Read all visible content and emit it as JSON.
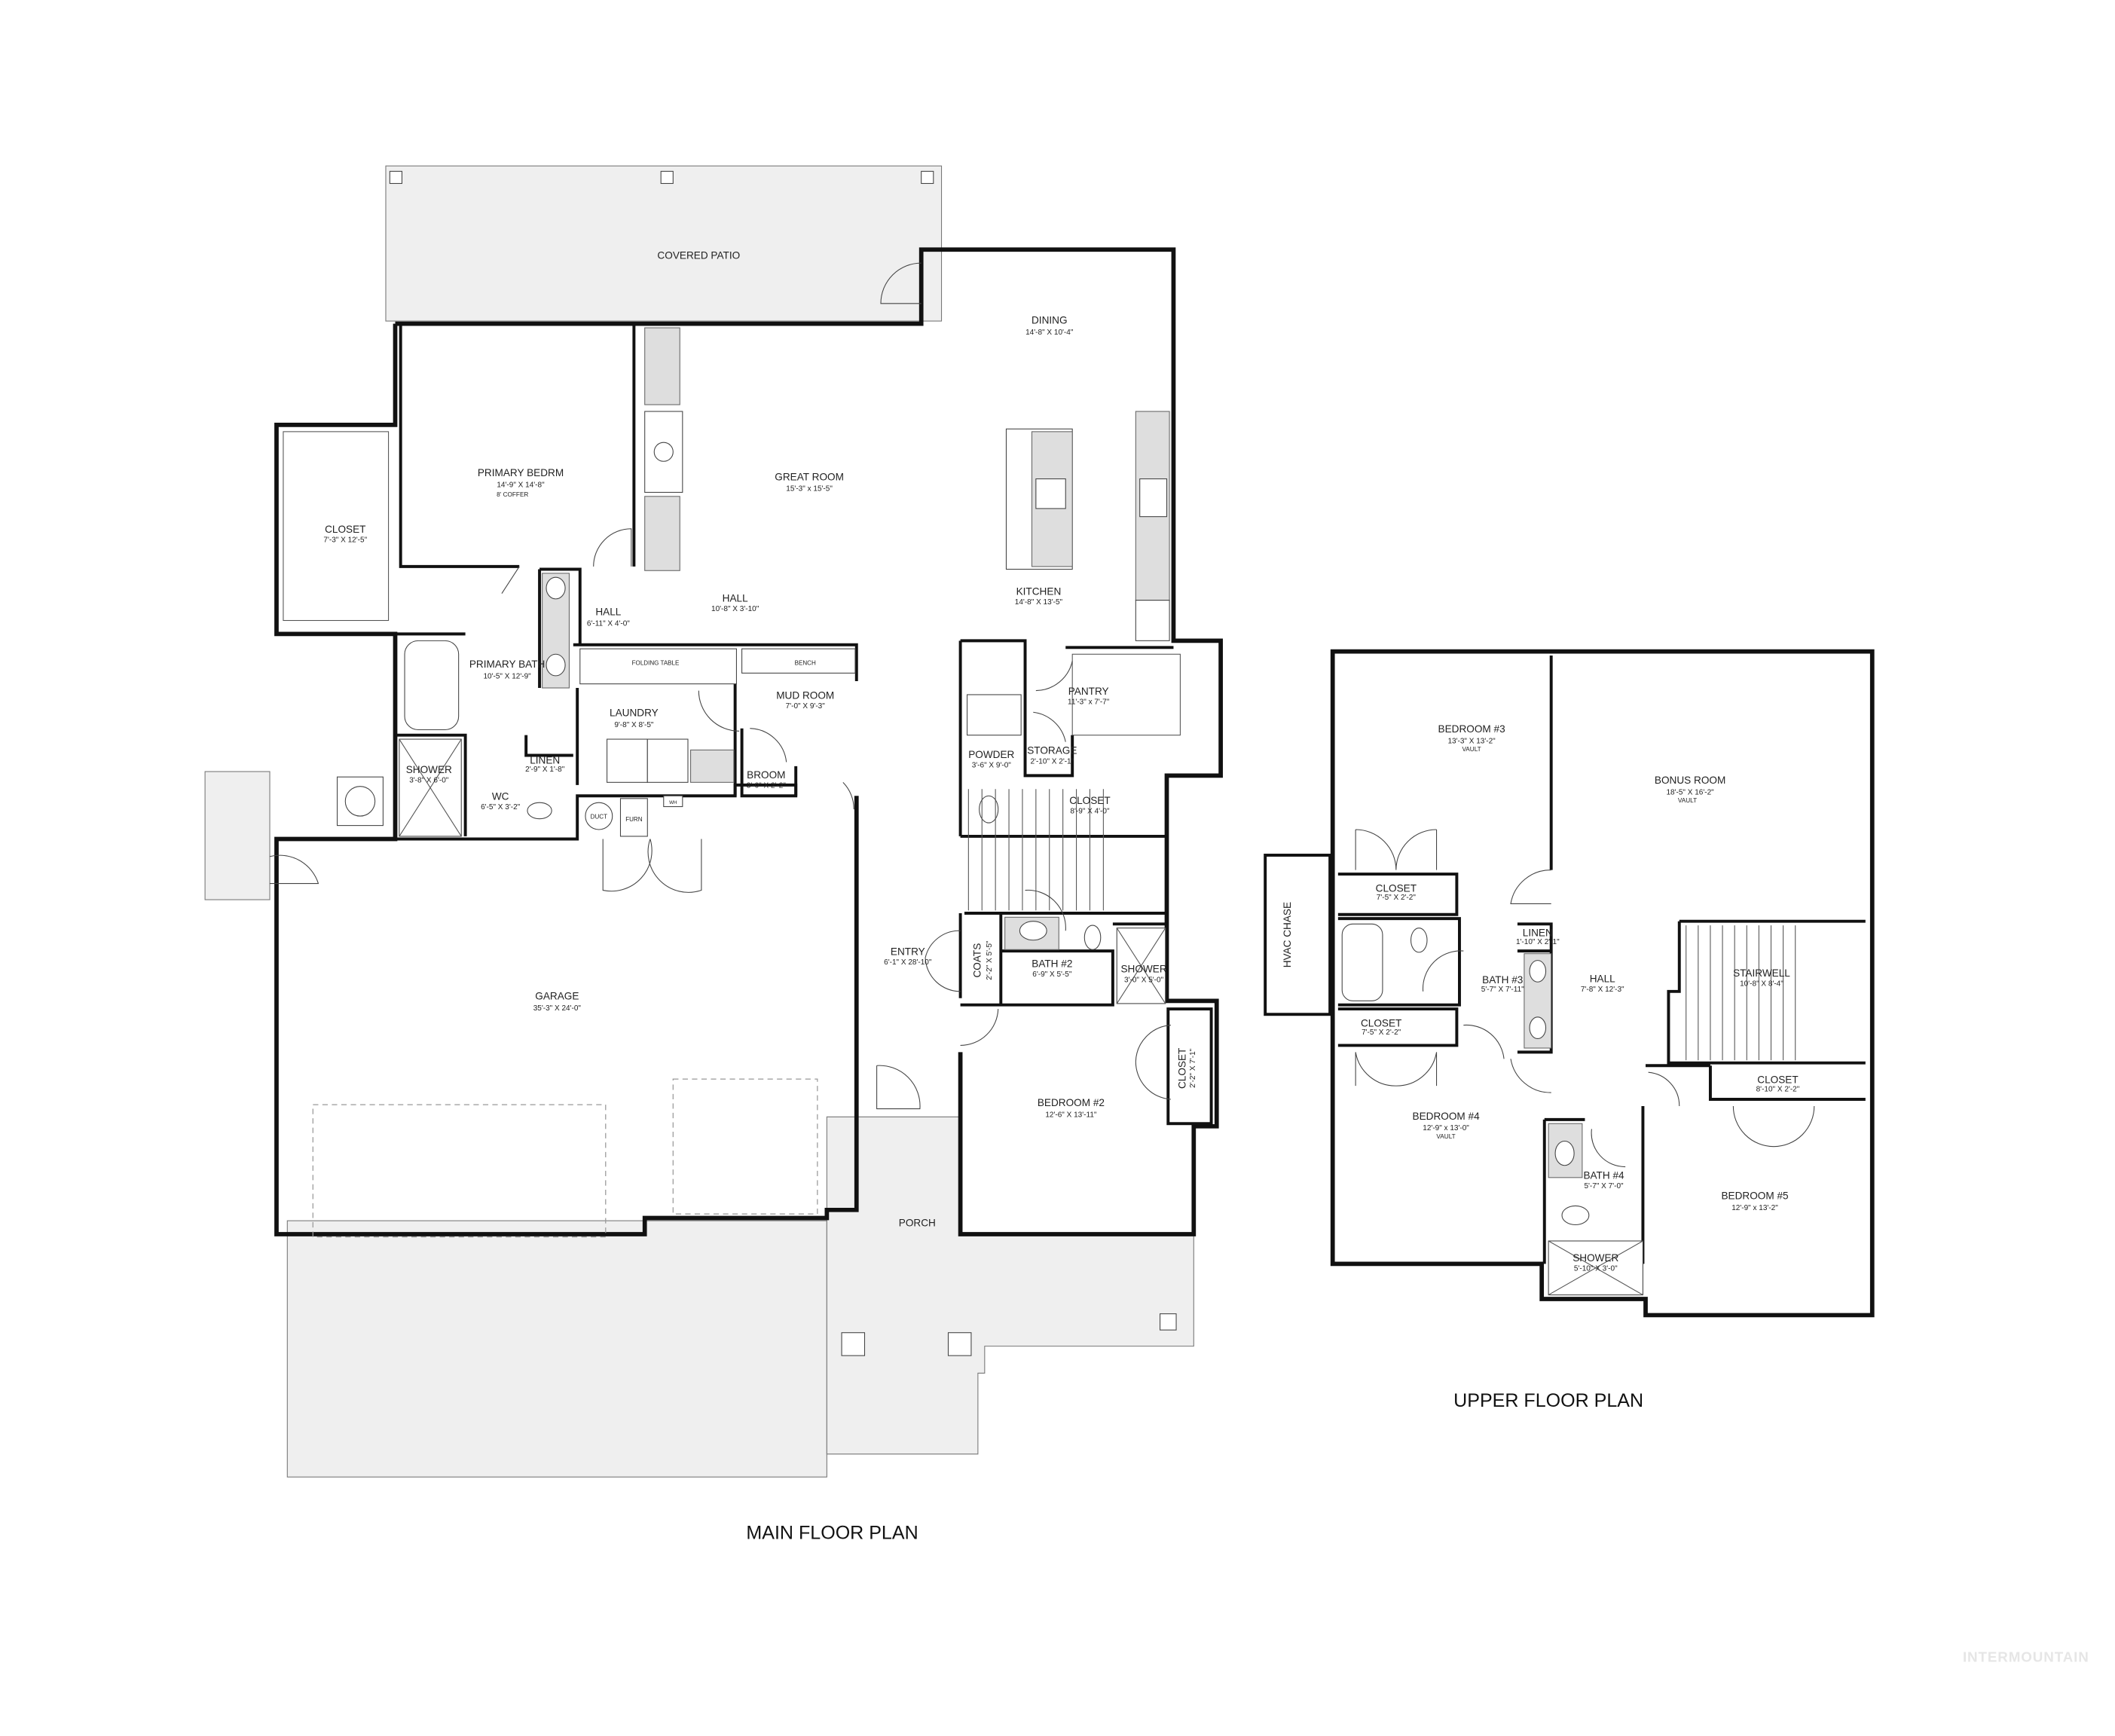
{
  "main_floor": {
    "title": "MAIN FLOOR PLAN",
    "rooms": [
      {
        "name": "COVERED PATIO"
      },
      {
        "name": "DINING",
        "dims": "14'-8\" X 10'-4\""
      },
      {
        "name": "PRIMARY BEDRM",
        "dims": "14'-9\" X 14'-8\"",
        "note": "8' COFFER"
      },
      {
        "name": "GREAT ROOM",
        "dims": "15'-3\" x 15'-5\""
      },
      {
        "name": "CLOSET",
        "dims": "7'-3\" X 12'-5\""
      },
      {
        "name": "KITCHEN",
        "dims": "14'-8\" X 13'-5\""
      },
      {
        "name": "HALL",
        "dims": "6'-11\" X 4'-0\""
      },
      {
        "name": "HALL",
        "dims": "10'-8\" X 3'-10\""
      },
      {
        "name": "PRIMARY BATH",
        "dims": "10'-5\" X 12'-9\""
      },
      {
        "name": "PANTRY",
        "dims": "11'-3\" x 7'-7\""
      },
      {
        "name": "MUD ROOM",
        "dims": "7'-0\" X 9'-3\""
      },
      {
        "name": "LAUNDRY",
        "dims": "9'-8\" X 8'-5\""
      },
      {
        "name": "POWDER",
        "dims": "3'-6\" X 9'-0\""
      },
      {
        "name": "STORAGE",
        "dims": "2'-10\" X 2'-1\""
      },
      {
        "name": "SHOWER",
        "dims": "3'-8\" X 6'-0\""
      },
      {
        "name": "LINEN",
        "dims": "2'-9\" X 1'-8\""
      },
      {
        "name": "BROOM",
        "dims": "3'-0\" X 2'-2\""
      },
      {
        "name": "CLOSET",
        "dims": "8'-9\" X 4'-0\""
      },
      {
        "name": "WC",
        "dims": "6'-5\" X 3'-2\""
      },
      {
        "name": "ENTRY",
        "dims": "6'-1\" X 28'-10\""
      },
      {
        "name": "COATS",
        "dims": "2'-2\" X 5'-5\""
      },
      {
        "name": "BATH #2",
        "dims": "6'-9\" X 5'-5\""
      },
      {
        "name": "SHOWER",
        "dims": "3'-0\" X 5'-0\""
      },
      {
        "name": "GARAGE",
        "dims": "35'-3\" X 24'-0\""
      },
      {
        "name": "CLOSET",
        "dims": "2'-2\" X 7'-1\""
      },
      {
        "name": "BEDROOM #2",
        "dims": "12'-6\" X 13'-11\""
      },
      {
        "name": "PORCH"
      }
    ],
    "fixtures": {
      "folding_table": "FOLDING TABLE",
      "bench": "BENCH",
      "duct": "DUCT",
      "furnace": "FURN",
      "water_heater": "WH"
    }
  },
  "upper_floor": {
    "title": "UPPER FLOOR PLAN",
    "rooms": [
      {
        "name": "BEDROOM #3",
        "dims": "13'-3\" X 13'-2\"",
        "note": "VAULT"
      },
      {
        "name": "BONUS ROOM",
        "dims": "18'-5\" X 16'-2\"",
        "note": "VAULT"
      },
      {
        "name": "HVAC CHASE"
      },
      {
        "name": "CLOSET",
        "dims": "7'-5\" X 2'-2\""
      },
      {
        "name": "LINEN",
        "dims": "1'-10\" X 2'-1\""
      },
      {
        "name": "BATH #3",
        "dims": "5'-7\" X 7'-11\""
      },
      {
        "name": "HALL",
        "dims": "7'-8\" X 12'-3\""
      },
      {
        "name": "STAIRWELL",
        "dims": "10'-8\" X 8'-4\""
      },
      {
        "name": "CLOSET",
        "dims": "7'-5\" X 2'-2\""
      },
      {
        "name": "CLOSET",
        "dims": "8'-10\" X 2'-2\""
      },
      {
        "name": "BEDROOM #4",
        "dims": "12'-9\" x 13'-0\"",
        "note": "VAULT"
      },
      {
        "name": "BATH #4",
        "dims": "5'-7\" X 7'-0\""
      },
      {
        "name": "BEDROOM #5",
        "dims": "12'-9\" x 13'-2\""
      },
      {
        "name": "SHOWER",
        "dims": "5'-10\" X 3'-0\""
      }
    ]
  },
  "watermark": "INTERMOUNTAIN",
  "colors": {
    "walls": "#111111",
    "slab": "#efefef",
    "counter": "#dedede",
    "watermark": "#e6e6e6"
  }
}
